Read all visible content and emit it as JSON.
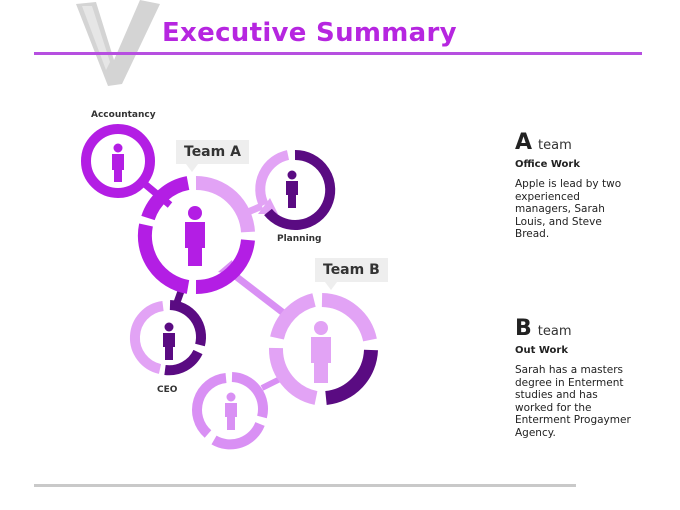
{
  "header": {
    "title": "Executive Summary"
  },
  "diagram": {
    "labels": {
      "accountancy": "Accountancy",
      "planning": "Planning",
      "ceo": "CEO"
    },
    "callouts": {
      "team_a": "Team A",
      "team_b": "Team B"
    },
    "colors": {
      "purple": "#b31ee4",
      "dark_purple": "#5a0b82",
      "lilac": "#e2a3f5",
      "light_lilac": "#d990f4"
    }
  },
  "teams": [
    {
      "letter": "A",
      "word": "team",
      "subtitle": "Office Work",
      "body": "Apple is lead by two experienced managers, Sarah Louis, and Steve Bread."
    },
    {
      "letter": "B",
      "word": "team",
      "subtitle": "Out Work",
      "body": "Sarah has a masters degree in Enterment studies and has worked for the Enterment Progaymer Agency."
    }
  ]
}
